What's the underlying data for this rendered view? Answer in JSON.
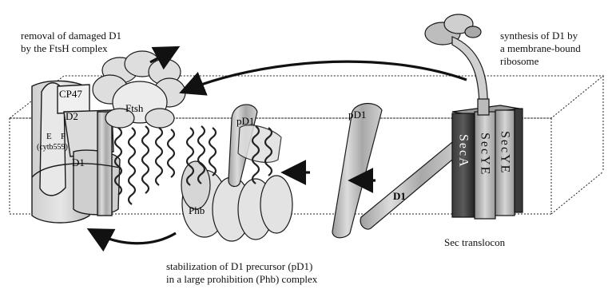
{
  "captions": {
    "removal": [
      "removal of damaged D1",
      "by the FtsH complex"
    ],
    "synthesis": [
      "synthesis of D1 by",
      "a membrane-bound",
      "ribosome"
    ],
    "translocon": "Sec translocon",
    "stabilization": [
      "stabilization of D1 precursor (pD1)",
      "in a large prohibition (Phb) complex"
    ]
  },
  "labels": {
    "cp47": "CP47",
    "d2": "D2",
    "e": "E",
    "f": "F",
    "cyt": "(cytb559)",
    "d1_left": "D1",
    "ftsh": "Ftsh",
    "pd1_middle": "pD1",
    "pd1_right": "pD1",
    "phb": "Phb",
    "d1_strand": "D1",
    "seca": "SecA",
    "secye_1": "SecYE",
    "secye_2": "SecYE"
  },
  "colors": {
    "outline": "#1a1a1a",
    "protein_light": "#d9d9d9",
    "protein_mid": "#b9b9b9",
    "protein_dark": "#7a7a7a",
    "sec_dark": "#2a2a2a",
    "sec_light": "#c8c8c8"
  }
}
